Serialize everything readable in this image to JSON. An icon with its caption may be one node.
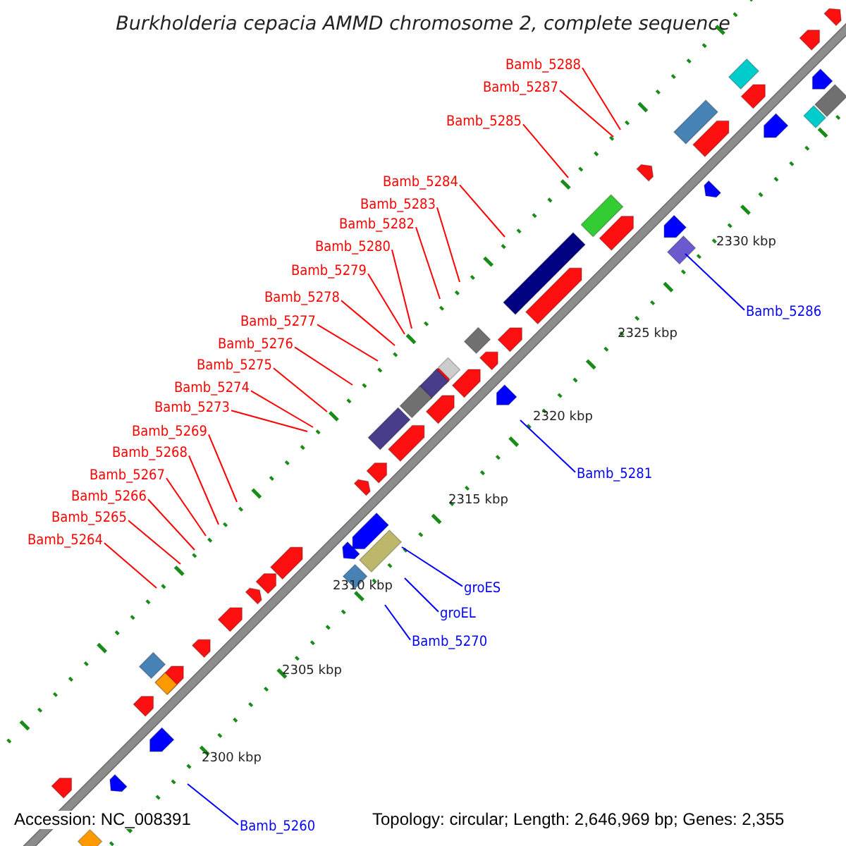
{
  "diagram": {
    "title": "Burkholderia cepacia AMMD chromosome 2, complete sequence",
    "nodes": [
      {
        "text": [
          "Bamb_5288"
        ]
      },
      {
        "text": [
          "Bamb_5287"
        ]
      },
      {
        "text": [
          "Bamb_5285"
        ]
      },
      {
        "text": [
          "Bamb_5284"
        ]
      },
      {
        "text": [
          "Bamb_5283"
        ]
      },
      {
        "text": [
          "Bamb_5282"
        ]
      },
      {
        "text": [
          "Bamb_5280"
        ]
      },
      {
        "text": [
          "Bamb_5279"
        ]
      },
      {
        "text": [
          "Bamb_5278"
        ]
      },
      {
        "text": [
          "Bamb_5277"
        ]
      },
      {
        "text": [
          "Bamb_5276"
        ]
      },
      {
        "text": [
          "Bamb_5275"
        ]
      },
      {
        "text": [
          "Bamb_5274"
        ]
      },
      {
        "text": [
          "Bamb_5273"
        ]
      },
      {
        "text": [
          "Bamb_5269"
        ]
      },
      {
        "text": [
          "Bamb_5268"
        ]
      },
      {
        "text": [
          "Bamb_5267"
        ]
      },
      {
        "text": [
          "Bamb_5266"
        ]
      },
      {
        "text": [
          "Bamb_5265"
        ]
      },
      {
        "text": [
          "Bamb_5264"
        ]
      },
      {
        "text": [
          "Bamb_5286"
        ]
      },
      {
        "text": [
          "Bamb_5281"
        ]
      },
      {
        "text": [
          "groES"
        ]
      },
      {
        "text": [
          "groEL"
        ]
      },
      {
        "text": [
          "Bamb_5270"
        ]
      },
      {
        "text": [
          "Bamb_5260"
        ]
      }
    ],
    "edges": [
      {
        "from": 0,
        "to": null,
        "arrow": "none",
        "color": "#ff0000"
      },
      {
        "from": 1,
        "to": null,
        "arrow": "none",
        "color": "#ff0000"
      },
      {
        "from": 2,
        "to": null,
        "arrow": "none",
        "color": "#ff0000"
      },
      {
        "from": 3,
        "to": null,
        "arrow": "none",
        "color": "#ff0000"
      },
      {
        "from": 4,
        "to": null,
        "arrow": "none",
        "color": "#ff0000"
      },
      {
        "from": 5,
        "to": null,
        "arrow": "none",
        "color": "#ff0000"
      },
      {
        "from": 6,
        "to": null,
        "arrow": "none",
        "color": "#ff0000"
      },
      {
        "from": 7,
        "to": null,
        "arrow": "none",
        "color": "#ff0000"
      },
      {
        "from": 8,
        "to": null,
        "arrow": "none",
        "color": "#ff0000"
      },
      {
        "from": 9,
        "to": null,
        "arrow": "none",
        "color": "#ff0000"
      },
      {
        "from": 10,
        "to": null,
        "arrow": "none",
        "color": "#ff0000"
      },
      {
        "from": 11,
        "to": null,
        "arrow": "none",
        "color": "#ff0000"
      },
      {
        "from": 12,
        "to": null,
        "arrow": "none",
        "color": "#ff0000"
      },
      {
        "from": 13,
        "to": null,
        "arrow": "none",
        "color": "#ff0000"
      },
      {
        "from": 14,
        "to": null,
        "arrow": "none",
        "color": "#ff0000"
      },
      {
        "from": 15,
        "to": null,
        "arrow": "none",
        "color": "#ff0000"
      },
      {
        "from": 16,
        "to": null,
        "arrow": "none",
        "color": "#ff0000"
      },
      {
        "from": 17,
        "to": null,
        "arrow": "none",
        "color": "#ff0000"
      },
      {
        "from": 18,
        "to": null,
        "arrow": "none",
        "color": "#ff0000"
      },
      {
        "from": 19,
        "to": null,
        "arrow": "none",
        "color": "#ff0000"
      },
      {
        "from": 20,
        "to": null,
        "arrow": "none",
        "color": "#0000ff"
      },
      {
        "from": 21,
        "to": null,
        "arrow": "none",
        "color": "#0000ff"
      },
      {
        "from": 22,
        "to": null,
        "arrow": "none",
        "color": "#0000ff"
      },
      {
        "from": 23,
        "to": null,
        "arrow": "none",
        "color": "#0000ff"
      },
      {
        "from": 24,
        "to": null,
        "arrow": "none",
        "color": "#0000ff"
      },
      {
        "from": 25,
        "to": null,
        "arrow": "none",
        "color": "#0000ff"
      }
    ],
    "labels": [
      "2330 kbp",
      "2325 kbp",
      "2320 kbp",
      "2315 kbp",
      "2310 kbp",
      "2305 kbp",
      "2300 kbp",
      "Accession: NC_008391",
      "Topology: circular; Length: 2,646,969 bp; Genes: 2,355"
    ]
  }
}
